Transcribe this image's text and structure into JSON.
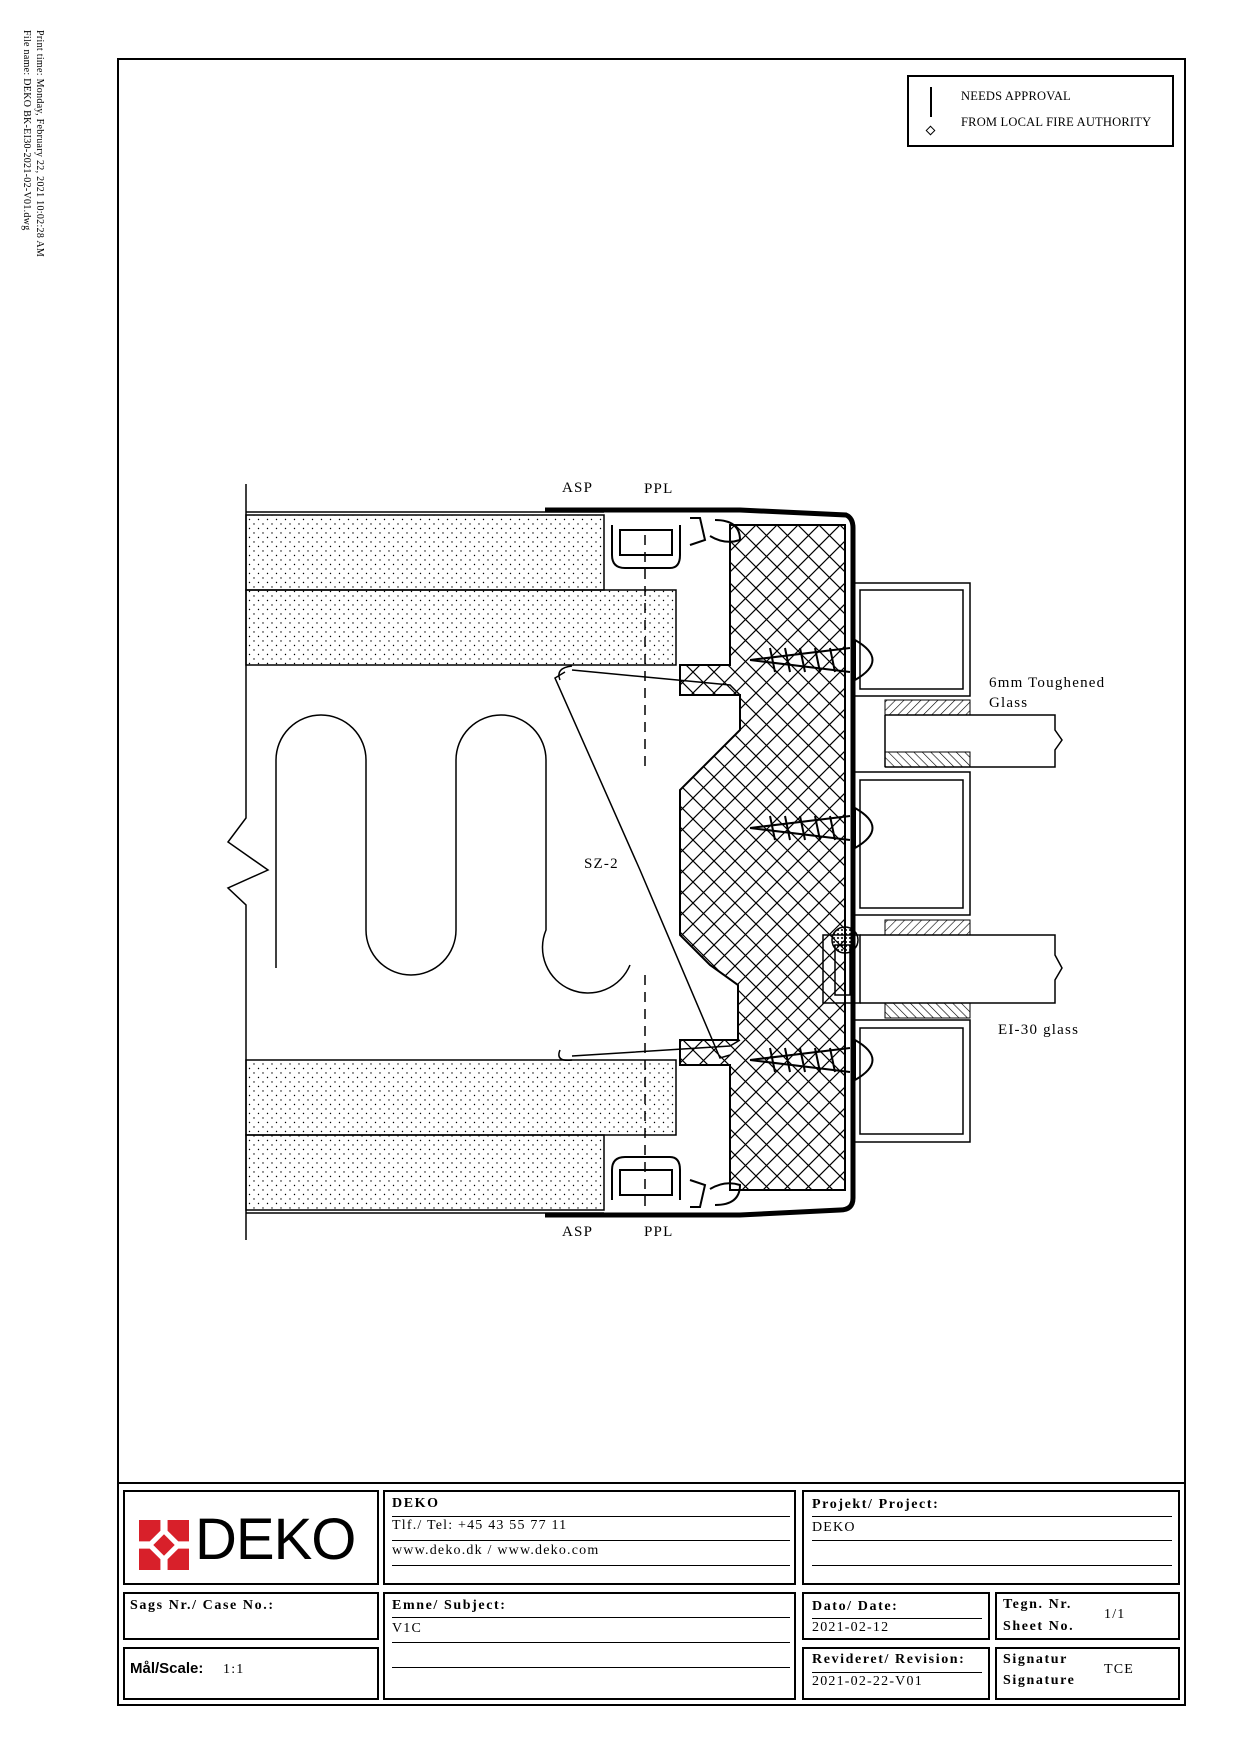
{
  "side_meta": {
    "print_time": "Print time: Monday, February 22, 2021 10:02:28 AM",
    "file_name": "File name: DEKO BK-EI30-2021-02-V01.dwg"
  },
  "notice": {
    "line1": "NEEDS APPROVAL",
    "line2": "FROM LOCAL FIRE AUTHORITY"
  },
  "labels": {
    "asp_top": "ASP",
    "ppl_top": "PPL",
    "asp_bottom": "ASP",
    "ppl_bottom": "PPL",
    "sz2": "SZ-2",
    "glass_6mm_line1": "6mm Toughened",
    "glass_6mm_line2": "Glass",
    "ei30_glass": "EI-30 glass"
  },
  "title_block": {
    "logo_text": "DEKO",
    "company": "DEKO",
    "tel": "Tlf./ Tel: +45 43 55 77 11",
    "web": "www.deko.dk / www.deko.com",
    "project_label": "Projekt/ Project:",
    "project_value": "DEKO",
    "case_label": "Sags Nr./ Case No.:",
    "subject_label": "Emne/ Subject:",
    "subject_value": "V1C",
    "date_label": "Dato/ Date:",
    "date_value": "2021-02-12",
    "sheet_label_1": "Tegn. Nr.",
    "sheet_label_2": "Sheet No.",
    "sheet_value": "1/1",
    "scale_label": "Mål/Scale:",
    "scale_value": "1:1",
    "revision_label": "Revideret/ Revision:",
    "revision_value": "2021-02-22-V01",
    "signature_label_1": "Signatur",
    "signature_label_2": "Signature",
    "signature_value": "TCE"
  },
  "colors": {
    "logo_red": "#d8202a",
    "line": "#000000"
  }
}
